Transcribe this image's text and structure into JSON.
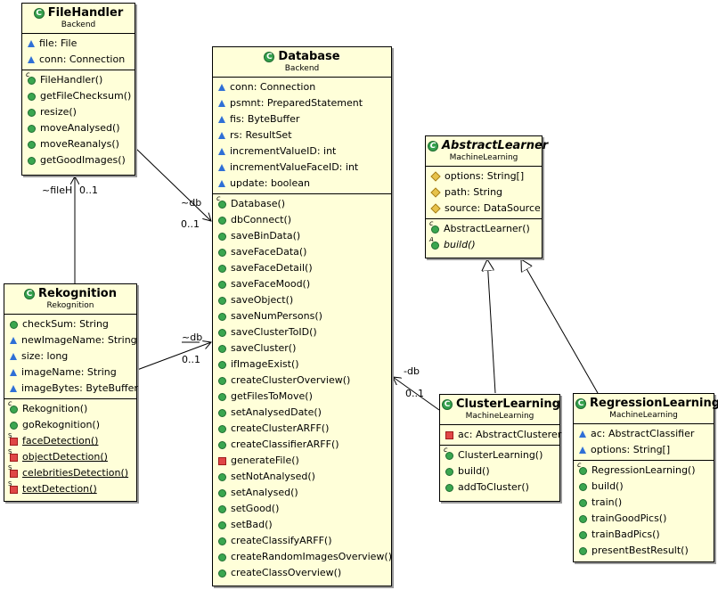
{
  "classes": {
    "filehandler": {
      "name": "FileHandler",
      "package": "Backend",
      "attributes": [
        "file: File",
        "conn: Connection"
      ],
      "methods": [
        "FileHandler()",
        "getFileChecksum()",
        "resize()",
        "moveAnalysed()",
        "moveReanalys()",
        "getGoodImages()"
      ]
    },
    "database": {
      "name": "Database",
      "package": "Backend",
      "attributes": [
        "conn: Connection",
        "psmnt: PreparedStatement",
        "fis: ByteBuffer",
        "rs: ResultSet",
        "incrementValueID: int",
        "incrementValueFaceID: int",
        "update: boolean"
      ],
      "methods": [
        "Database()",
        "dbConnect()",
        "saveBinData()",
        "saveFaceData()",
        "saveFaceDetail()",
        "saveFaceMood()",
        "saveObject()",
        "saveNumPersons()",
        "saveClusterToID()",
        "saveCluster()",
        "ifImageExist()",
        "createClusterOverview()",
        "getFilesToMove()",
        "setAnalysedDate()",
        "createClusterARFF()",
        "createClassifierARFF()",
        "generateFile()",
        "setNotAnalysed()",
        "setAnalysed()",
        "setGood()",
        "setBad()",
        "createClassifyARFF()",
        "createRandomImagesOverview()",
        "createClassOverview()"
      ]
    },
    "rekognition": {
      "name": "Rekognition",
      "package": "Rekognition",
      "attributes": [
        "checkSum: String",
        "newImageName: String",
        "size: long",
        "imageName: String",
        "imageBytes: ByteBuffer"
      ],
      "methods": [
        "Rekognition()",
        "goRekognition()",
        "faceDetection()",
        "objectDetection()",
        "celebritiesDetection()",
        "textDetection()"
      ]
    },
    "abstractlearner": {
      "name": "AbstractLearner",
      "package": "MachineLearning",
      "attributes": [
        "options: String[]",
        "path: String",
        "source: DataSource"
      ],
      "methods": [
        "AbstractLearner()",
        "build()"
      ]
    },
    "clusterlearning": {
      "name": "ClusterLearning",
      "package": "MachineLearning",
      "attributes": [
        "ac: AbstractClusterer"
      ],
      "methods": [
        "ClusterLearning()",
        "build()",
        "addToCluster()"
      ]
    },
    "regressionlearning": {
      "name": "RegressionLearning",
      "package": "MachineLearning",
      "attributes": [
        "ac: AbstractClassifier",
        "options: String[]"
      ],
      "methods": [
        "RegressionLearning()",
        "build()",
        "train()",
        "trainGoodPics()",
        "trainBadPics()",
        "presentBestResult()"
      ]
    }
  },
  "associations": {
    "filehandler_db": {
      "role": "~db",
      "mult": "0..1"
    },
    "rekognition_fileh": {
      "role": "~fileH",
      "mult": "0..1"
    },
    "rekognition_db": {
      "role": "~db",
      "mult": "0..1"
    },
    "cluster_db": {
      "role": "-db",
      "mult": "0..1"
    }
  },
  "colors": {
    "box_fill": "#ffffd9",
    "class_icon": "#34a04c",
    "public": "#3aa64f",
    "package": "#2f6fd6",
    "protected": "#e7c24a",
    "private": "#e04646"
  }
}
